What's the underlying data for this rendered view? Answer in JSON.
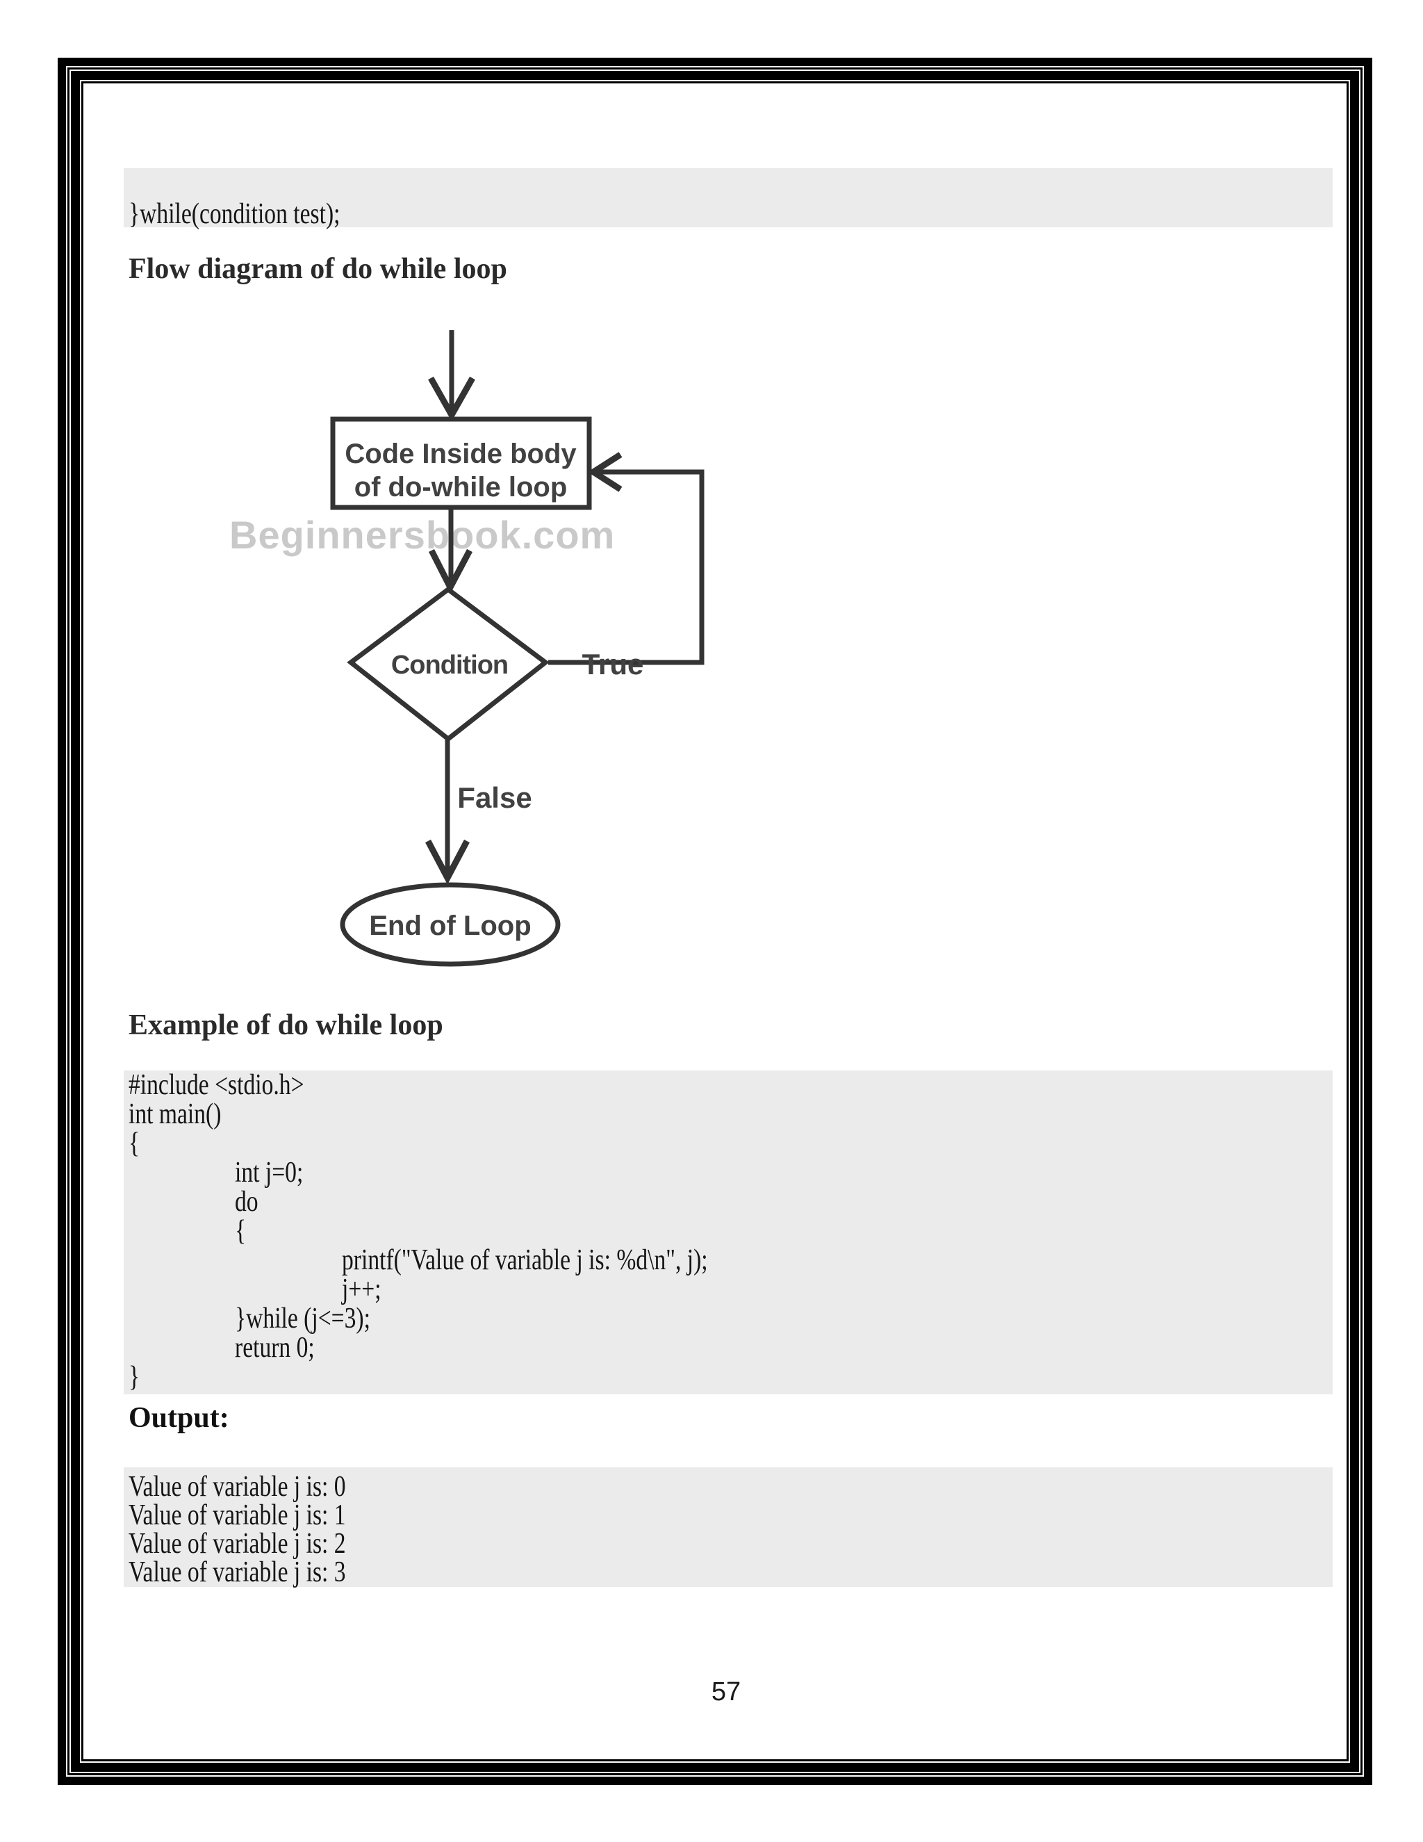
{
  "page": {
    "number": "57"
  },
  "colors": {
    "shading": "#ebebeb",
    "border": "#000000",
    "flowchart_stroke": "#333333",
    "watermark": "#c9c9c9"
  },
  "band_top": {
    "line": "}while(condition test);"
  },
  "headings": {
    "flow_diagram": "Flow diagram of do while loop",
    "example": "Example of do while loop",
    "output_label": "Output:"
  },
  "flowchart": {
    "watermark": "Beginnersbook.com",
    "box_line1": "Code Inside body",
    "box_line2": "of do-while loop",
    "condition_label": "Condition",
    "true_label": "True",
    "false_label": "False",
    "end_label": "End of Loop"
  },
  "code_block": {
    "lines": [
      "#include <stdio.h>",
      "int main()",
      "{",
      "int j=0;",
      "do",
      "{",
      "printf(\"Value of variable j is: %d\\n\", j);",
      "j++;",
      "}while (j<=3);",
      "return 0;",
      "}"
    ]
  },
  "output_block": {
    "lines": [
      "Value of variable j is: 0",
      "Value of variable j is: 1",
      "Value of variable j is: 2",
      "Value of variable j is: 3"
    ]
  }
}
